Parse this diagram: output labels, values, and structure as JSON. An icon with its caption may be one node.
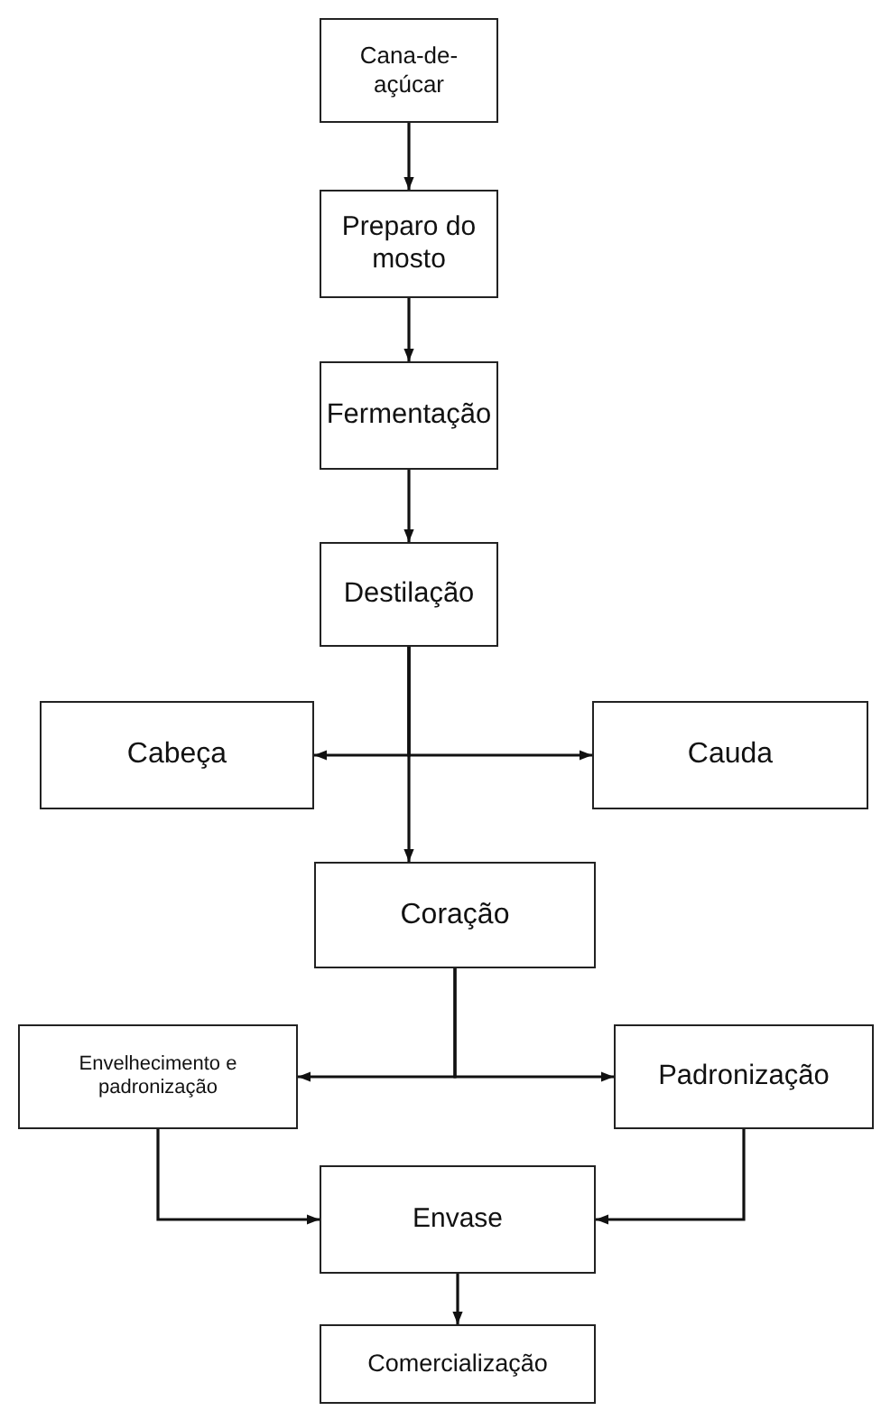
{
  "diagram": {
    "nodes": [
      {
        "text": [
          "Cana-de-açúcar"
        ]
      },
      {
        "text": [
          "Preparo do mosto"
        ]
      },
      {
        "text": [
          "Fermentação"
        ]
      },
      {
        "text": [
          "Destilação"
        ]
      },
      {
        "text": [
          "Cabeça"
        ]
      },
      {
        "text": [
          "Cauda"
        ]
      },
      {
        "text": [
          "Coração"
        ]
      },
      {
        "text": [
          "Envelhecimento e padronização"
        ]
      },
      {
        "text": [
          "Padronização"
        ]
      },
      {
        "text": [
          "Envase"
        ]
      },
      {
        "text": [
          "Comercialização"
        ]
      }
    ],
    "edges": [
      {
        "from": 0,
        "to": 1,
        "arrow": "to"
      },
      {
        "from": 1,
        "to": 2,
        "arrow": "to"
      },
      {
        "from": 2,
        "to": 3,
        "arrow": "to"
      },
      {
        "from": 3,
        "to": 4,
        "arrow": "to"
      },
      {
        "from": 3,
        "to": 5,
        "arrow": "to"
      },
      {
        "from": 3,
        "to": 6,
        "arrow": "to"
      },
      {
        "from": 6,
        "to": 7,
        "arrow": "to"
      },
      {
        "from": 6,
        "to": 8,
        "arrow": "to"
      },
      {
        "from": 7,
        "to": 9,
        "arrow": "to"
      },
      {
        "from": 8,
        "to": 9,
        "arrow": "to"
      },
      {
        "from": 9,
        "to": 10,
        "arrow": "to"
      }
    ]
  }
}
